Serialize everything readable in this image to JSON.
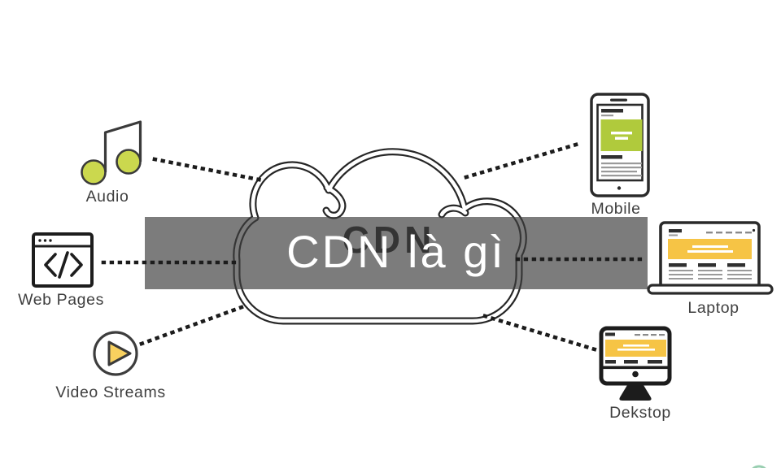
{
  "diagram": {
    "banner_title": "CDN là gì",
    "cloud_label": "CDN"
  },
  "sources": [
    {
      "id": "audio",
      "label": "Audio",
      "icon": "music-note-icon"
    },
    {
      "id": "web-pages",
      "label": "Web Pages",
      "icon": "browser-code-icon"
    },
    {
      "id": "video-streams",
      "label": "Video Streams",
      "icon": "play-circle-icon"
    }
  ],
  "devices": [
    {
      "id": "mobile",
      "label": "Mobile",
      "icon": "smartphone-icon"
    },
    {
      "id": "laptop",
      "label": "Laptop",
      "icon": "laptop-icon"
    },
    {
      "id": "desktop",
      "label": "Dekstop",
      "icon": "desktop-monitor-icon"
    }
  ],
  "colors": {
    "banner_overlay_gray": "#7c7c7c",
    "outline_dark": "#262626",
    "mobile_lime_green": "#b0ca3c",
    "audio_note_green": "#cbd84e",
    "content_yellow": "#f6c445",
    "play_button_yellow": "#f8d15f",
    "label_text": "#3f3f3f",
    "title_text": "#ffffff",
    "logo_sliver_green": "#43a56f"
  }
}
